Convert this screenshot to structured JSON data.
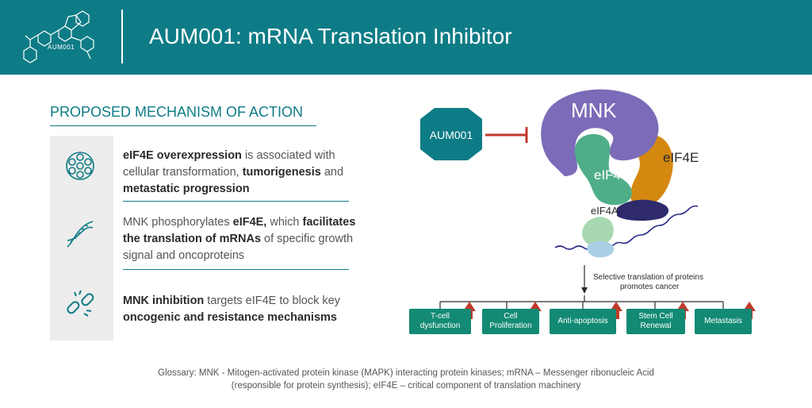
{
  "header": {
    "title": "AUM001: mRNA Translation Inhibitor",
    "logo_text": "AUM001"
  },
  "section": {
    "title": "PROPOSED MECHANISM OF ACTION"
  },
  "rows": [
    {
      "icon": "cell-cluster-icon",
      "parts": [
        {
          "t": "eIF4E overexpression",
          "b": true
        },
        {
          "t": " is associated with cellular transformation, ",
          "b": false
        },
        {
          "t": "tumorigenesis",
          "b": true
        },
        {
          "t": " and ",
          "b": false
        },
        {
          "t": "metastatic progression",
          "b": true
        }
      ]
    },
    {
      "icon": "dna-helix-icon",
      "parts": [
        {
          "t": "MNK phosphorylates ",
          "b": false
        },
        {
          "t": "eIF4E,",
          "b": true
        },
        {
          "t": " which ",
          "b": false
        },
        {
          "t": "facilitates the translation of mRNAs",
          "b": true
        },
        {
          "t": " of specific growth signal and oncoproteins",
          "b": false
        }
      ]
    },
    {
      "icon": "broken-chain-icon",
      "parts": [
        {
          "t": "MNK inhibition",
          "b": true
        },
        {
          "t": " targets eIF4E to block key ",
          "b": false
        },
        {
          "t": "oncogenic and resistance mechanisms",
          "b": true
        }
      ]
    }
  ],
  "diagram": {
    "drug_label": "AUM001",
    "mnk_label": "MNK",
    "eif4e_label": "eIF4E",
    "eif4g_label": "eIF4G",
    "eif4a_label": "eIF4A",
    "arrow_caption_line1": "Selective translation of proteins",
    "arrow_caption_line2": "promotes cancer",
    "outcomes": [
      {
        "line1": "T-cell",
        "line2": "dysfunction"
      },
      {
        "line1": "Cell",
        "line2": "Proliferation"
      },
      {
        "line1": "Anti-apoptosis",
        "line2": ""
      },
      {
        "line1": "Stem Cell",
        "line2": "Renewal"
      },
      {
        "line1": "Metastasis",
        "line2": ""
      }
    ]
  },
  "glossary": {
    "line1": "Glossary: MNK - Mitogen-activated protein kinase (MAPK) interacting protein kinases; mRNA – Messenger ribonucleic Acid",
    "line2": "(responsible for protein synthesis); eIF4E – critical component of translation machinery"
  },
  "colors": {
    "header_teal": "#0e7c86",
    "outcome_green": "#138a74",
    "inhibit_red": "#c0392b",
    "mnk_purple": "#7b6bb8",
    "eif4g_green": "#4fae88",
    "eif4e_orange": "#d4880f",
    "eif4a_navy": "#2e2a6b"
  }
}
